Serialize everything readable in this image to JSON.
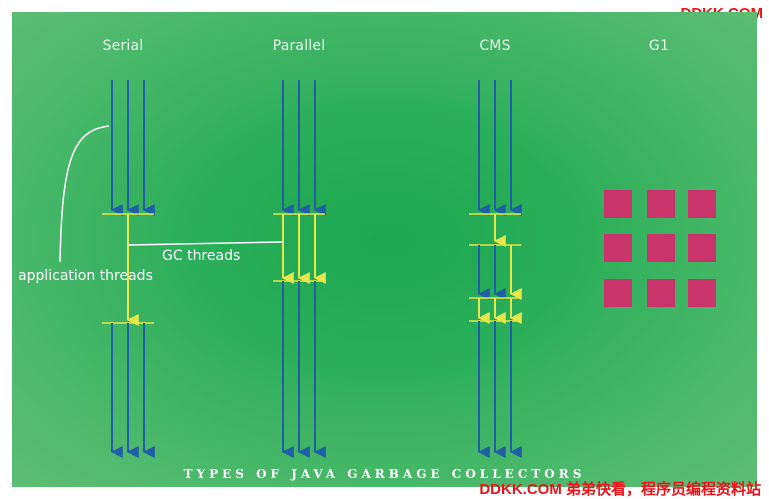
{
  "watermarks": {
    "top": "DDKK.COM",
    "bottom": "DDKK.COM 弟弟快看，程序员编程资料站"
  },
  "columns": [
    {
      "title": "Serial"
    },
    {
      "title": "Parallel"
    },
    {
      "title": "CMS"
    },
    {
      "title": "G1"
    }
  ],
  "annotations": {
    "application_threads": "application threads",
    "gc_threads": "GC threads"
  },
  "caption": "TYPES OF JAVA GARBAGE COLLECTORS",
  "colors": {
    "background": "#2aae5a",
    "app_thread": "#1f5fa8",
    "gc_thread": "#e6e64a",
    "region": "#c9356a",
    "watermark": "#e8141b"
  },
  "icons": [
    "down-arrow-icon"
  ]
}
